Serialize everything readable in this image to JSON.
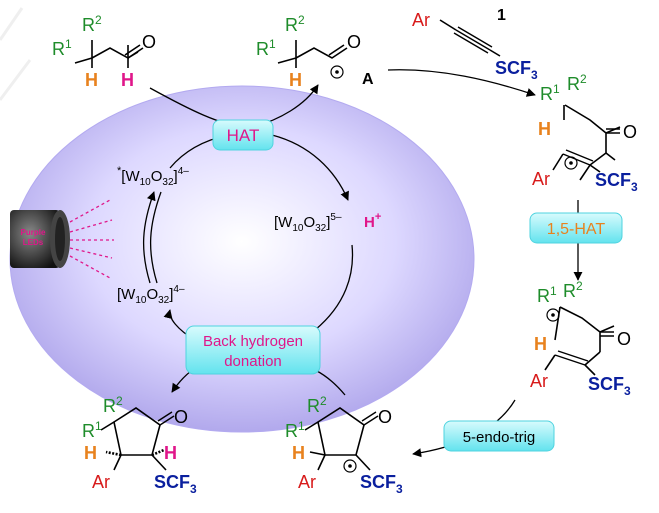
{
  "reactant_aldehyde": {
    "r2": "R",
    "r2_sup": "2",
    "r1": "R",
    "r1_sup": "1",
    "h_alpha": "H",
    "h_ald": "H",
    "o": "O"
  },
  "radical_A": {
    "r2": "R",
    "r2_sup": "2",
    "r1": "R",
    "r1_sup": "1",
    "h": "H",
    "o": "O",
    "label": "A"
  },
  "alkyne": {
    "number": "1",
    "ar": "Ar",
    "scf3": "SCF",
    "scf3_sub": "3"
  },
  "vinyl_radical": {
    "r1": "R",
    "r1_sup": "1",
    "r2": "R",
    "r2_sup": "2",
    "h": "H",
    "o": "O",
    "ar": "Ar",
    "scf3": "SCF",
    "scf3_sub": "3"
  },
  "alkyl_radical": {
    "r1": "R",
    "r1_sup": "1",
    "r2": "R",
    "r2_sup": "2",
    "h": "H",
    "o": "O",
    "ar": "Ar",
    "scf3": "SCF",
    "scf3_sub": "3"
  },
  "cyclic_radical": {
    "r1": "R",
    "r1_sup": "1",
    "r2": "R",
    "r2_sup": "2",
    "h": "H",
    "o": "O",
    "ar": "Ar",
    "scf3": "SCF",
    "scf3_sub": "3"
  },
  "product": {
    "r1": "R",
    "r1_sup": "1",
    "r2": "R",
    "r2_sup": "2",
    "h1": "H",
    "h2": "H",
    "o": "O",
    "ar": "Ar",
    "scf3": "SCF",
    "scf3_sub": "3"
  },
  "catalyst": {
    "excited": {
      "star": "*",
      "w": "[W",
      "w_sub": "10",
      "o": "O",
      "o_sub": "32",
      "close": "]",
      "charge": "4–"
    },
    "reduced": {
      "w": "[W",
      "w_sub": "10",
      "o": "O",
      "o_sub": "32",
      "close": "]",
      "charge": "5–",
      "h": "H",
      "h_sup": "+"
    },
    "ground": {
      "w": "[W",
      "w_sub": "10",
      "o": "O",
      "o_sub": "32",
      "close": "]",
      "charge": "4–"
    }
  },
  "labels": {
    "hat": "HAT",
    "hat15": "1,5-HAT",
    "endo": "5-endo-trig",
    "back1": "Back hydrogen",
    "back2": "donation",
    "led1": "Purple",
    "led2": "LEDs"
  },
  "colors": {
    "ellipse": "#b8b0f0",
    "badge_fill": "#8ff0f4",
    "hat_text": "#e0168a",
    "hat15_text": "#e8821e",
    "r_green": "#1e8c2a",
    "h_orange": "#e8821e",
    "h_magenta": "#e0168a",
    "ar_red": "#d81b1b",
    "scf3_blue": "#0a1f9e",
    "led_rays": "#e0168a"
  }
}
